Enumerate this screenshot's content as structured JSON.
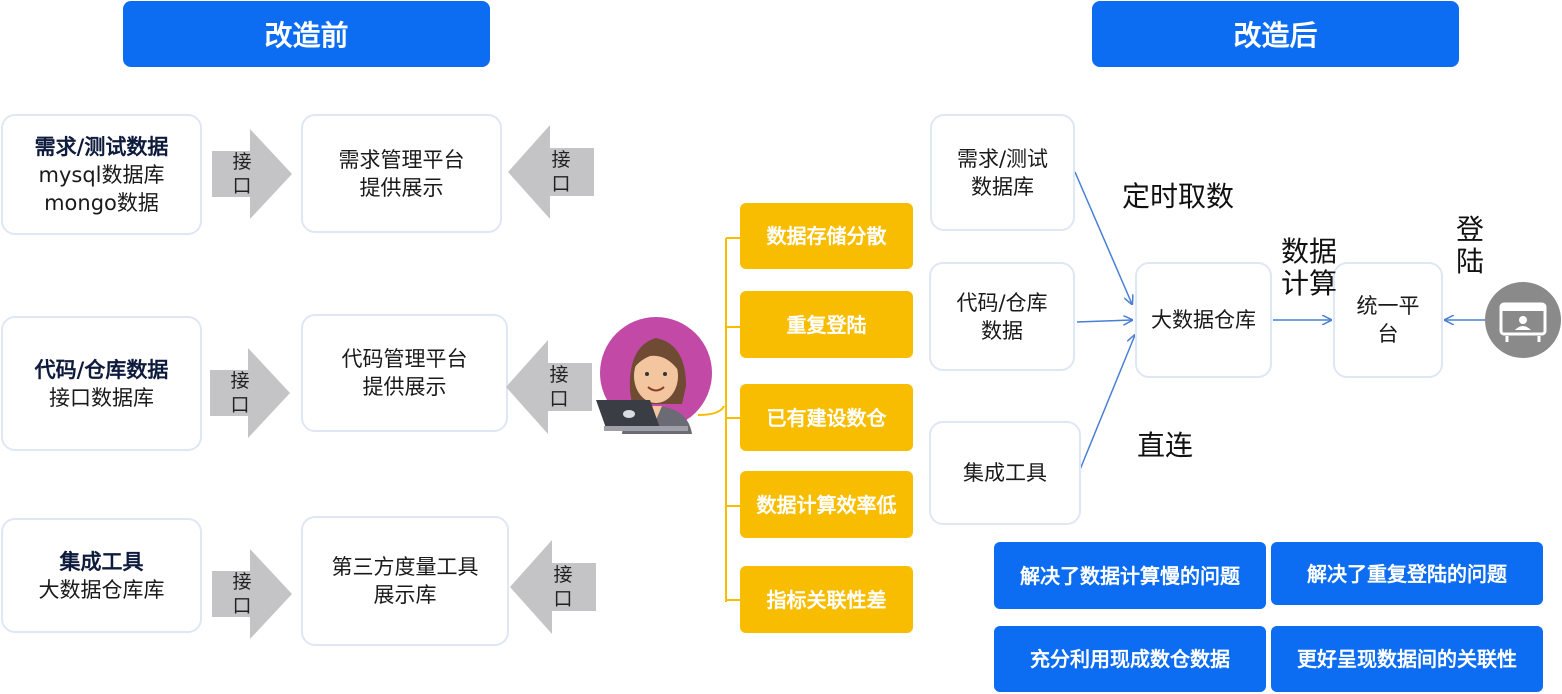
{
  "headers": {
    "before": "改造前",
    "after": "改造后"
  },
  "before_rows": [
    {
      "source_title": "需求/测试数据",
      "source_lines": [
        "mysql数据库",
        "mongo数据"
      ],
      "arrow_in": "接口",
      "platform_lines": [
        "需求管理平台",
        "提供展示"
      ],
      "arrow_out": "接口"
    },
    {
      "source_title": "代码/仓库数据",
      "source_lines": [
        "接口数据库"
      ],
      "arrow_in": "接口",
      "platform_lines": [
        "代码管理平台",
        "提供展示"
      ],
      "arrow_out": "接口"
    },
    {
      "source_title": "集成工具",
      "source_lines": [
        "大数据仓库库"
      ],
      "arrow_in": "接口",
      "platform_lines": [
        "第三方度量工具",
        "展示库"
      ],
      "arrow_out": "接口"
    }
  ],
  "problems": [
    "数据存储分散",
    "重复登陆",
    "已有建设数仓",
    "数据计算效率低",
    "指标关联性差"
  ],
  "after_sources": [
    "需求/测试数据库",
    "代码/仓库数据",
    "集成工具"
  ],
  "warehouse": "大数据仓库",
  "platform": "统一平台",
  "labels": {
    "scheduled": "定时取数",
    "direct": "直连",
    "compute": "数据计算",
    "login": "登陆"
  },
  "results": [
    "解决了数据计算慢的问题",
    "解决了重复登陆的问题",
    "充分利用现成数仓数据",
    "更好呈现数据间的关联性"
  ],
  "colors": {
    "header_blue": "#0c6cf2",
    "problem_orange": "#f9bd00",
    "arrow_gray": "#c4c4c6",
    "connector_blue": "#4a7fd4",
    "avatar_purple": "#c24aa6",
    "login_icon_gray": "#8a8a8a"
  }
}
